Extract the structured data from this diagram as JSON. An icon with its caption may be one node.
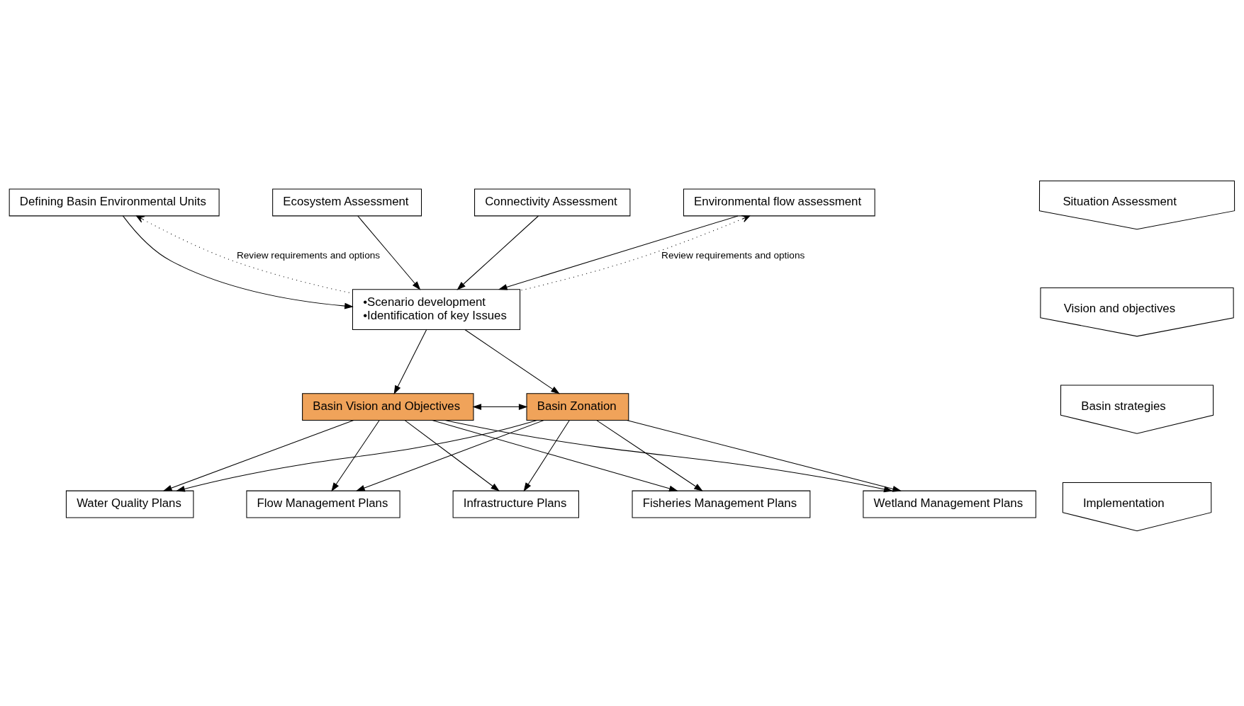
{
  "diagram": {
    "nodes": [
      {
        "text": [
          "Defining Basin Environmental Units"
        ]
      },
      {
        "text": [
          "Ecosystem Assessment"
        ]
      },
      {
        "text": [
          "Connectivity Assessment"
        ]
      },
      {
        "text": [
          "Environmental flow assessment"
        ]
      },
      {
        "text": [
          "•Scenario development",
          "•Identification of key Issues"
        ]
      },
      {
        "text": [
          "Basin Vision and Objectives"
        ]
      },
      {
        "text": [
          "Basin Zonation"
        ]
      },
      {
        "text": [
          "Water Quality Plans"
        ]
      },
      {
        "text": [
          "Flow Management Plans"
        ]
      },
      {
        "text": [
          "Infrastructure Plans"
        ]
      },
      {
        "text": [
          "Fisheries Management Plans"
        ]
      },
      {
        "text": [
          "Wetland Management Plans"
        ]
      },
      {
        "text": [
          "Situation Assessment"
        ]
      },
      {
        "text": [
          "Vision and objectives"
        ]
      },
      {
        "text": [
          "Basin strategies"
        ]
      },
      {
        "text": [
          "Implementation"
        ]
      }
    ],
    "edges": [
      {
        "from": 0,
        "to": 4,
        "arrow": "to"
      },
      {
        "from": 1,
        "to": 4,
        "arrow": "to"
      },
      {
        "from": 2,
        "to": 4,
        "arrow": "to"
      },
      {
        "from": 3,
        "to": 4,
        "arrow": "to"
      },
      {
        "from": 4,
        "to": 0,
        "arrow": "to",
        "style": "dashed",
        "label": "Review requirements and options"
      },
      {
        "from": 4,
        "to": 3,
        "arrow": "to",
        "style": "dashed",
        "label": "Review requirements and options"
      },
      {
        "from": 4,
        "to": 5,
        "arrow": "to"
      },
      {
        "from": 4,
        "to": 6,
        "arrow": "to"
      },
      {
        "from": 5,
        "to": 6,
        "arrow": "both"
      },
      {
        "from": 5,
        "to": 7,
        "arrow": "to"
      },
      {
        "from": 5,
        "to": 8,
        "arrow": "to"
      },
      {
        "from": 5,
        "to": 9,
        "arrow": "to"
      },
      {
        "from": 5,
        "to": 10,
        "arrow": "to"
      },
      {
        "from": 5,
        "to": 11,
        "arrow": "to"
      },
      {
        "from": 6,
        "to": 7,
        "arrow": "to"
      },
      {
        "from": 6,
        "to": 8,
        "arrow": "to"
      },
      {
        "from": 6,
        "to": 9,
        "arrow": "to"
      },
      {
        "from": 6,
        "to": 10,
        "arrow": "to"
      },
      {
        "from": 6,
        "to": 11,
        "arrow": "to"
      }
    ]
  }
}
